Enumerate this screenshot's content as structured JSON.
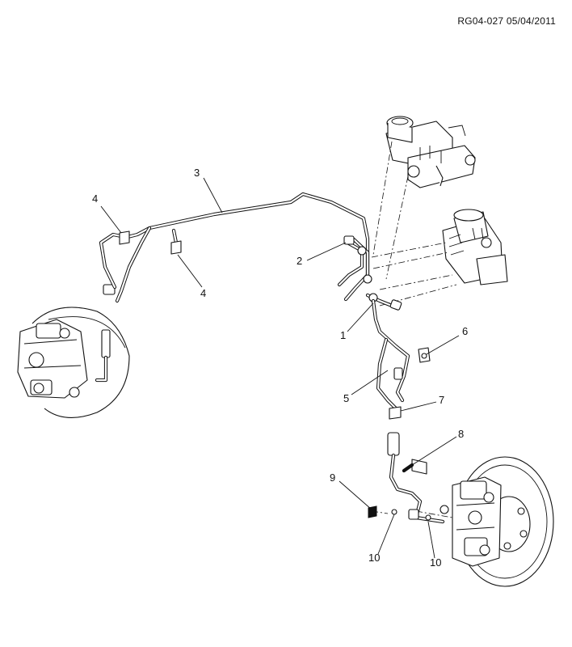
{
  "reference_code": "RG04-027 05/04/2011",
  "callouts": {
    "c1": "1",
    "c2": "2",
    "c3": "3",
    "c4a": "4",
    "c4b": "4",
    "c5": "5",
    "c6": "6",
    "c7": "7",
    "c8": "8",
    "c9": "9",
    "c10a": "10",
    "c10b": "10"
  }
}
